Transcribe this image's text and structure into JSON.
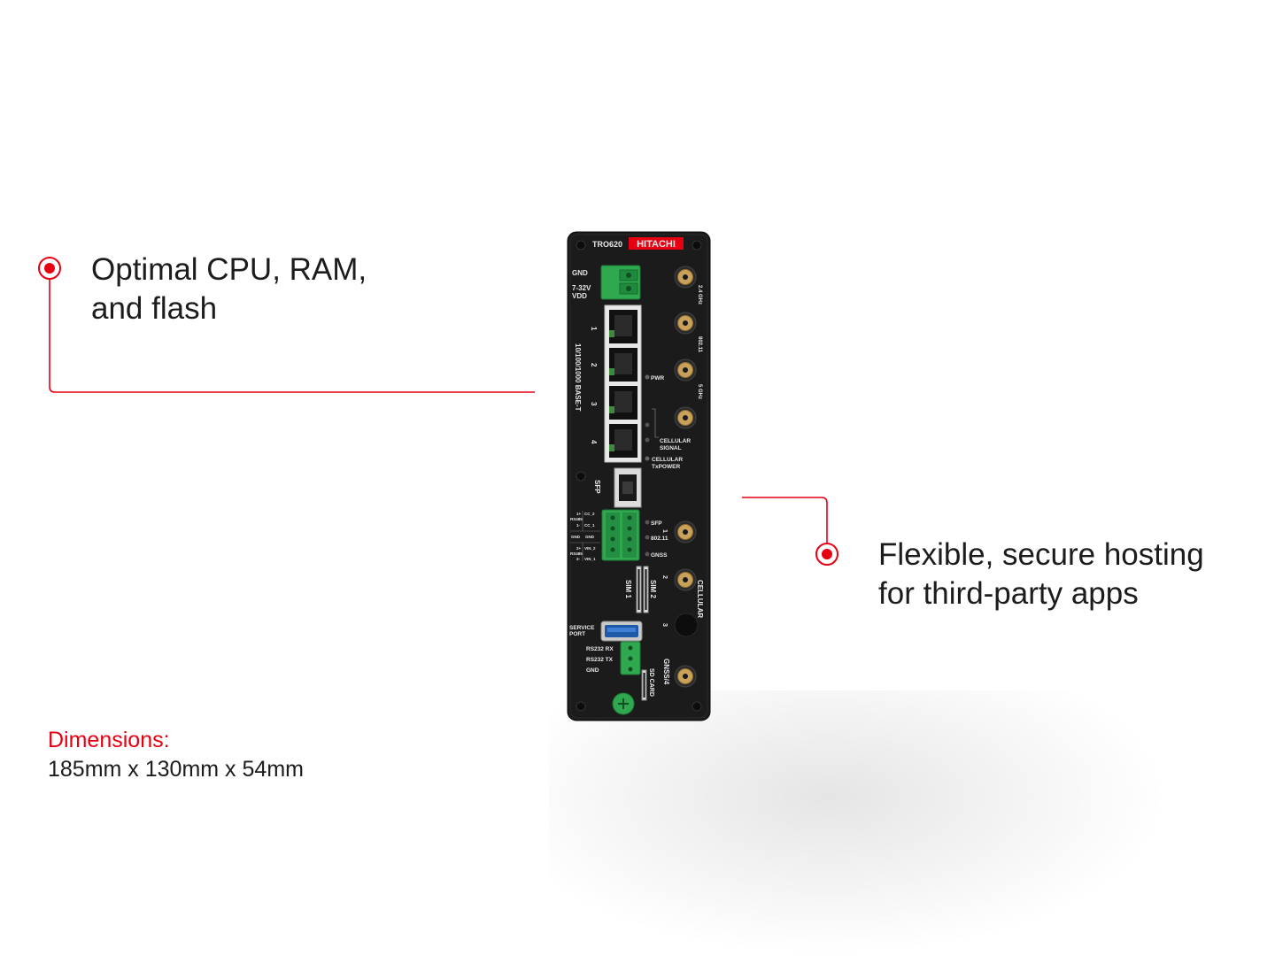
{
  "callouts": {
    "left": {
      "lines": [
        "Optimal CPU, RAM,",
        "and flash"
      ]
    },
    "right": {
      "lines": [
        "Flexible, secure hosting",
        "for third-party apps"
      ]
    }
  },
  "dimensions": {
    "label": "Dimensions:",
    "value": "185mm x 130mm x 54mm"
  },
  "device": {
    "model": "TRO620",
    "brand": "HITACHI",
    "power_labels": [
      "GND",
      "7-32V",
      "VDD"
    ],
    "ethernet_label": "10/100/1000 BASE-T",
    "ethernet_ports": [
      "1",
      "2",
      "3",
      "4"
    ],
    "sfp_port_label": "SFP",
    "leds": {
      "pwr": "PWR",
      "cellular_signal": [
        "CELLULAR",
        "SIGNAL"
      ],
      "cellular_txpower": [
        "CELLULAR",
        "TxPOWER"
      ],
      "sfp": "SFP",
      "wifi": "802.11",
      "gnss": "GNSS"
    },
    "antenna_labels": [
      "2.4 GHz",
      "802.11",
      "5 GHz"
    ],
    "terminal_labels": {
      "rs485_a": "RS485",
      "cc2": "CC_2",
      "cc1": "CC_1",
      "gnd": "GND",
      "rs485_b": "RS485",
      "vin2": "VIN_2",
      "vin1": "VIN_1",
      "plus1": "1+",
      "minus1": "1-",
      "plus2": "2+",
      "minus2": "2-"
    },
    "sim_labels": [
      "SIM 1",
      "SIM 2"
    ],
    "cellular_label": "CELLULAR",
    "cellular_numbers": [
      "1",
      "2",
      "3"
    ],
    "gnss_label": "GNSS/4",
    "service_port_label": [
      "SERVICE",
      "PORT"
    ],
    "serial_labels": [
      "RS232 RX",
      "RS232 TX",
      "GND"
    ],
    "sd_card_label": "SD CARD"
  },
  "colors": {
    "accent": "#e60012",
    "device_body": "#1b1b1b",
    "terminal_green": "#2fa84f",
    "antenna_gold": "#c9a15a"
  }
}
